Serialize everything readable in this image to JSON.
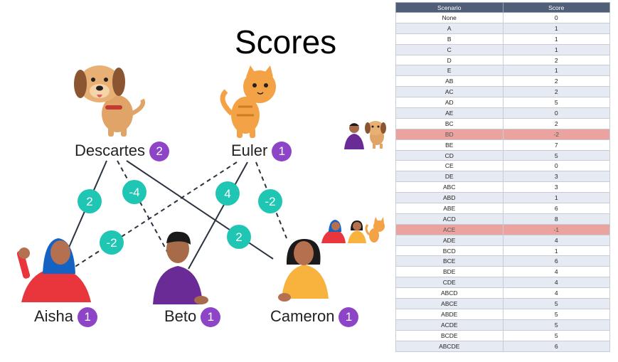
{
  "title": "Scores",
  "nodes": {
    "descartes": {
      "label": "Descartes",
      "score": "2"
    },
    "euler": {
      "label": "Euler",
      "score": "1"
    },
    "aisha": {
      "label": "Aisha",
      "score": "1"
    },
    "beto": {
      "label": "Beto",
      "score": "1"
    },
    "cameron": {
      "label": "Cameron",
      "score": "1"
    }
  },
  "edges": [
    {
      "from": "Descartes",
      "to": "Aisha",
      "weight": "2",
      "style": "solid"
    },
    {
      "from": "Descartes",
      "to": "Beto",
      "weight": "-4",
      "style": "dashed"
    },
    {
      "from": "Descartes",
      "to": "Cameron",
      "weight": "2",
      "style": "solid"
    },
    {
      "from": "Euler",
      "to": "Aisha",
      "weight": "-2",
      "style": "dashed"
    },
    {
      "from": "Euler",
      "to": "Beto",
      "weight": "4",
      "style": "solid"
    },
    {
      "from": "Euler",
      "to": "Cameron",
      "weight": "-2",
      "style": "dashed"
    }
  ],
  "colors": {
    "badge": "#8e44c6",
    "edge_weight": "#1fc6b4",
    "table_header": "#4f5f78",
    "highlight_row": "#eaa39e"
  },
  "table": {
    "headers": [
      "Scenario",
      "Score"
    ],
    "rows": [
      [
        "None",
        "0"
      ],
      [
        "A",
        "1"
      ],
      [
        "B",
        "1"
      ],
      [
        "C",
        "1"
      ],
      [
        "D",
        "2"
      ],
      [
        "E",
        "1"
      ],
      [
        "AB",
        "2"
      ],
      [
        "AC",
        "2"
      ],
      [
        "AD",
        "5"
      ],
      [
        "AE",
        "0"
      ],
      [
        "BC",
        "2"
      ],
      [
        "BD",
        "-2"
      ],
      [
        "BE",
        "7"
      ],
      [
        "CD",
        "5"
      ],
      [
        "CE",
        "0"
      ],
      [
        "DE",
        "3"
      ],
      [
        "ABC",
        "3"
      ],
      [
        "ABD",
        "1"
      ],
      [
        "ABE",
        "6"
      ],
      [
        "ACD",
        "8"
      ],
      [
        "ACE",
        "-1"
      ],
      [
        "ADE",
        "4"
      ],
      [
        "BCD",
        "1"
      ],
      [
        "BCE",
        "6"
      ],
      [
        "BDE",
        "4"
      ],
      [
        "CDE",
        "4"
      ],
      [
        "ABCD",
        "4"
      ],
      [
        "ABCE",
        "5"
      ],
      [
        "ABDE",
        "5"
      ],
      [
        "ACDE",
        "5"
      ],
      [
        "BCDE",
        "5"
      ],
      [
        "ABCDE",
        "6"
      ]
    ],
    "highlighted": [
      "BD",
      "ACE"
    ]
  }
}
